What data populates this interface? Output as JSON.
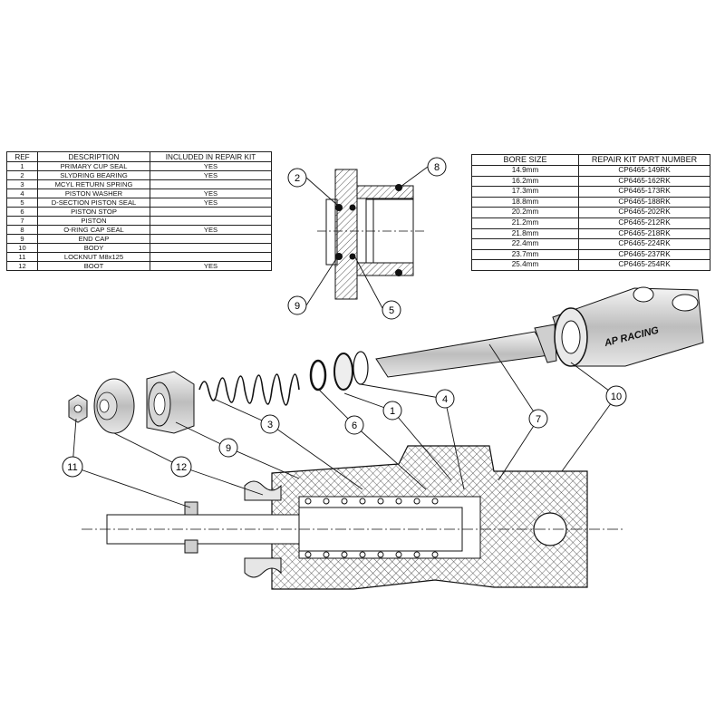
{
  "parts_table": {
    "headers": [
      "REF",
      "DESCRIPTION",
      "INCLUDED IN REPAIR KIT"
    ],
    "rows": [
      {
        "ref": "1",
        "description": "PRIMARY CUP SEAL",
        "included": "YES"
      },
      {
        "ref": "2",
        "description": "SLYDRING BEARING",
        "included": "YES"
      },
      {
        "ref": "3",
        "description": "MCYL RETURN SPRING",
        "included": ""
      },
      {
        "ref": "4",
        "description": "PISTON WASHER",
        "included": "YES"
      },
      {
        "ref": "5",
        "description": "D-SECTION PISTON SEAL",
        "included": "YES"
      },
      {
        "ref": "6",
        "description": "PISTON STOP",
        "included": ""
      },
      {
        "ref": "7",
        "description": "PISTON",
        "included": ""
      },
      {
        "ref": "8",
        "description": "O-RING CAP SEAL",
        "included": "YES"
      },
      {
        "ref": "9",
        "description": "END CAP",
        "included": ""
      },
      {
        "ref": "10",
        "description": "BODY",
        "included": ""
      },
      {
        "ref": "11",
        "description": "LOCKNUT M8x125",
        "included": ""
      },
      {
        "ref": "12",
        "description": "BOOT",
        "included": "YES"
      }
    ]
  },
  "bore_table": {
    "headers": [
      "BORE SIZE",
      "REPAIR KIT PART NUMBER"
    ],
    "rows": [
      {
        "bore": "14.9mm",
        "part": "CP6465-149RK"
      },
      {
        "bore": "16.2mm",
        "part": "CP6465-162RK"
      },
      {
        "bore": "17.3mm",
        "part": "CP6465-173RK"
      },
      {
        "bore": "18.8mm",
        "part": "CP6465-188RK"
      },
      {
        "bore": "20.2mm",
        "part": "CP6465-202RK"
      },
      {
        "bore": "21.2mm",
        "part": "CP6465-212RK"
      },
      {
        "bore": "21.8mm",
        "part": "CP6465-218RK"
      },
      {
        "bore": "22.4mm",
        "part": "CP6465-224RK"
      },
      {
        "bore": "23.7mm",
        "part": "CP6465-237RK"
      },
      {
        "bore": "25.4mm",
        "part": "CP6465-254RK"
      }
    ]
  },
  "brand_logo_text": "AP RACING",
  "callouts": {
    "c1": "1",
    "c2": "2",
    "c3": "3",
    "c4": "4",
    "c5": "5",
    "c6": "6",
    "c7": "7",
    "c8": "8",
    "c9": "9",
    "c10": "10",
    "c11": "11",
    "c12": "12"
  },
  "colors": {
    "line": "#111111",
    "background": "#ffffff",
    "part_fill": "#e0e0e0"
  }
}
